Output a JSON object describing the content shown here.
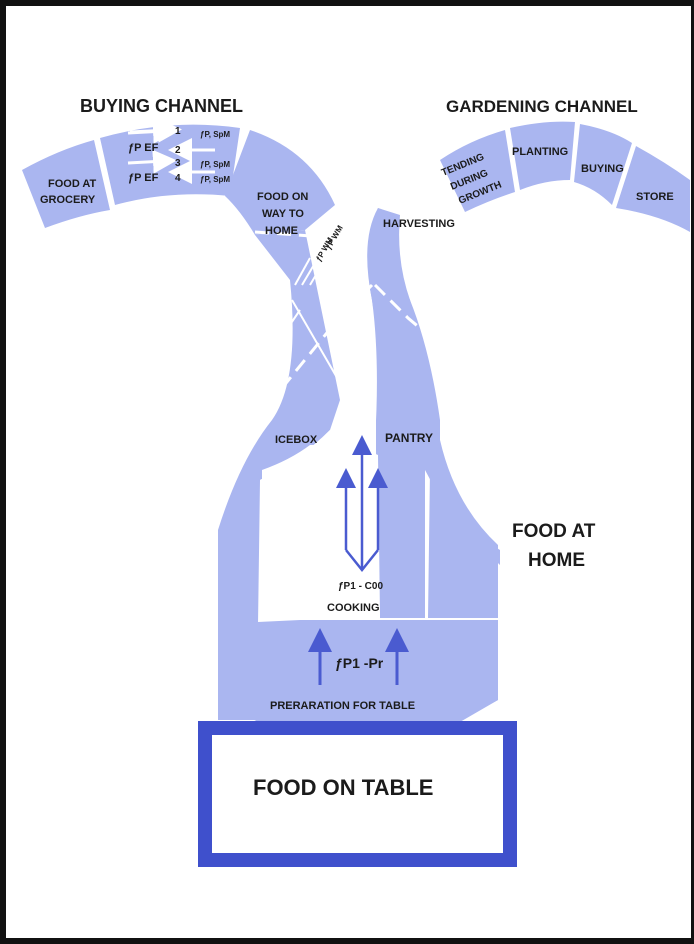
{
  "colors": {
    "flow": "#aab6f0",
    "arrow": "#4a5bd0",
    "table_border": "#3f50cc",
    "text": "#1b1b1b",
    "frame": "#111111"
  },
  "buying": {
    "title": "BUYING CHANNEL",
    "grocery": [
      "FOOD AT",
      "GROCERY"
    ],
    "way_home": [
      "FOOD ON",
      "WAY TO",
      "HOME"
    ],
    "rows": [
      {
        "num": "1",
        "fp": "ƒP, SpM"
      },
      {
        "num": "2",
        "fp": ""
      },
      {
        "num": "3",
        "fp": "ƒP, SpM"
      },
      {
        "num": "4",
        "fp": "ƒP, SpM"
      }
    ],
    "ef_labels": [
      "ƒP EF",
      "ƒP EF"
    ],
    "wm_labels": [
      "ƒP WM",
      "ƒP WM"
    ]
  },
  "gardening": {
    "title": "GARDENING CHANNEL",
    "tending": [
      "TENDING",
      "DURING",
      "GROWTH"
    ],
    "planting": "PLANTING",
    "buying": "BUYING",
    "store": "STORE",
    "harvesting": "HARVESTING"
  },
  "home": {
    "icebox": "ICEBOX",
    "pantry": "PANTRY",
    "food_at_home": [
      "FOOD AT",
      "HOME"
    ],
    "cooking_fp": "ƒP1 - C00",
    "cooking": "COOKING",
    "prep_fp": "ƒP1 -Pr",
    "prep": "PRERARATION FOR TABLE"
  },
  "table": {
    "label": "FOOD ON TABLE"
  }
}
